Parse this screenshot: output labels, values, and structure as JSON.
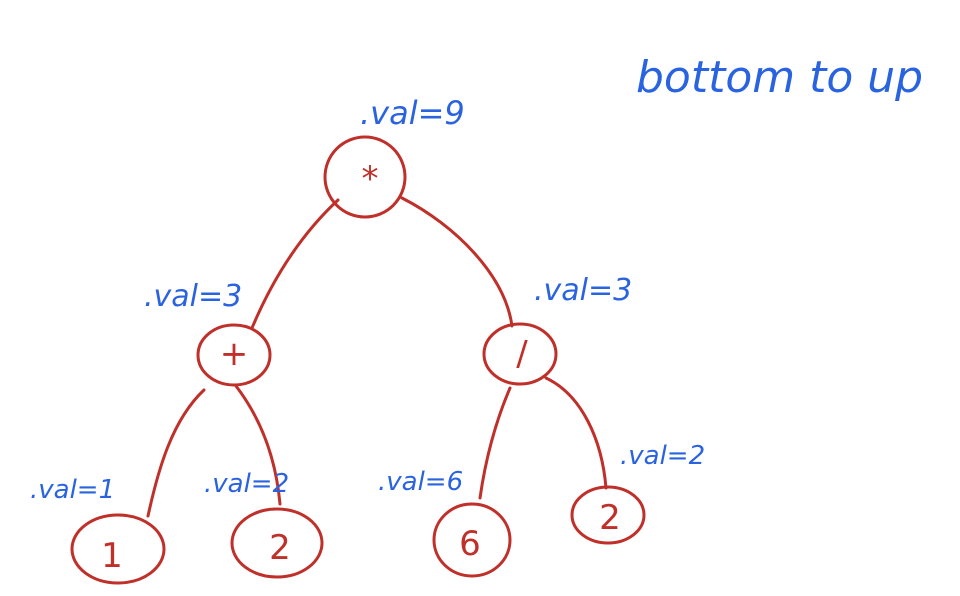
{
  "note": "bottom to up",
  "colors": {
    "tree": "#c0302a",
    "annotation": "#2a63e0"
  },
  "tree": {
    "root": {
      "op": "*",
      "val_label": ".val=9"
    },
    "left": {
      "op": "+",
      "val_label": ".val=3"
    },
    "right": {
      "op": "/",
      "val_label": ".val=3"
    },
    "leaf1": {
      "op": "1",
      "val_label": ".val=1"
    },
    "leaf2": {
      "op": "2",
      "val_label": ".val=2"
    },
    "leaf3": {
      "op": "6",
      "val_label": ".val=6"
    },
    "leaf4": {
      "op": "2",
      "val_label": ".val=2"
    }
  }
}
